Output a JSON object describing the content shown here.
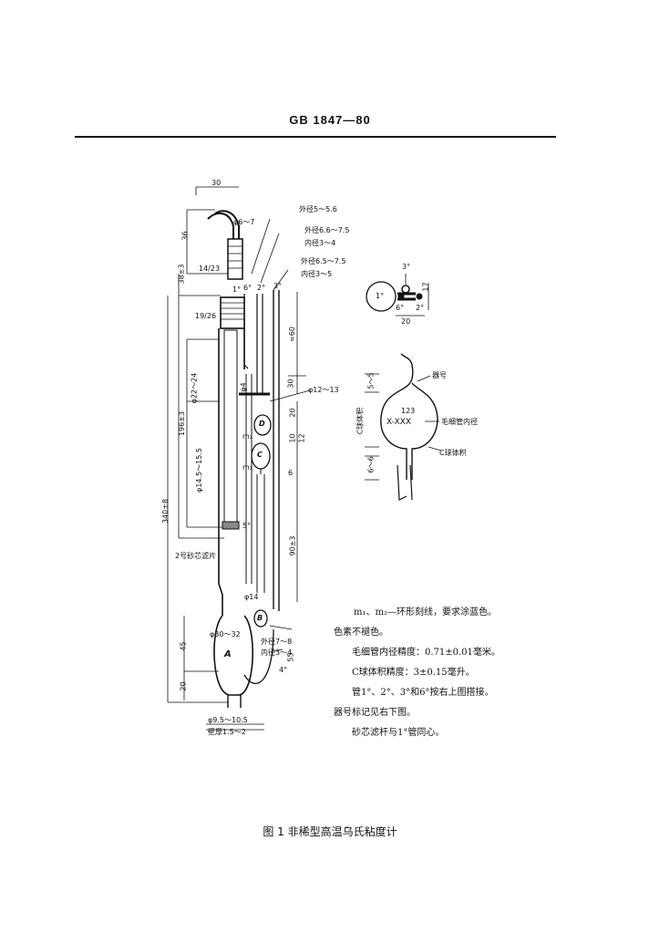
{
  "header": {
    "standard_code": "GB 1847—80"
  },
  "figure": {
    "caption": "图 1   非稀型高温乌氏粘度计",
    "main_labels": {
      "top_width": "30",
      "tip_diam": "φ6～7",
      "outer_d1": "外径5～5.6",
      "outer_d2": "外径6.6～7.5",
      "inner_d2": "内径3～4",
      "outer_d3": "外径6.5～7.5",
      "inner_d3": "内径3～5",
      "dim_36": "36",
      "joint_14": "14/23",
      "dim_38": "38±3",
      "tube1": "1°",
      "tube6": "6°",
      "tube2": "2°",
      "tube3": "3°",
      "joint_19": "19/26",
      "dim_60": "≈60",
      "dim_30": "30",
      "phi_22": "φ22～24",
      "phi_4": "φ4",
      "phi_12": "φ12～13",
      "dim_20a": "20",
      "dim_196": "196±3",
      "bulb_D": "D",
      "m2": "m₂",
      "dim_10": "10",
      "dim_12": "12",
      "phi_14": "φ14.5～15.5",
      "bulb_C": "C",
      "m1": "m₁",
      "dim_6": "6",
      "dim_340": "340±8",
      "tube5": "5°",
      "filter_label": "2号砂芯滤片",
      "dim_90": "90±3",
      "phi_14b": "φ14",
      "bulb_B": "B",
      "phi_30": "φ30～32",
      "outer_d4": "外径7～8",
      "inner_d4": "内径3～4",
      "dim_45": "45",
      "bulb_A": "A",
      "dim_55": "55",
      "tube4": "4°",
      "dim_20b": "20",
      "phi_9": "φ9.5～10.5",
      "wall": "壁厚1.5～2"
    },
    "top_right_labels": {
      "t3": "3°",
      "t1": "1°",
      "t6": "6°",
      "t2": "2°",
      "d17": "17",
      "d20": "20"
    },
    "bulb_detail_labels": {
      "device_no": "器号",
      "number": "123",
      "value": "X-XXX",
      "capillary": "毛细管内径",
      "c_volume": "C球体积",
      "c_volume_side": "C球体积",
      "d5": "5～5",
      "d6": "6～6"
    }
  },
  "notes": [
    "m₁、m₂—环形刻线，要求涂蓝色。",
    "色素不褪色。",
    "毛细管内径精度：0.71±0.01毫米。",
    "C球体积精度：3±0.15毫升。",
    "管1°、2°、3°和6°按右上图搭接。",
    "器号标记见右下图。",
    "砂芯滤杆与1°管同心。"
  ]
}
